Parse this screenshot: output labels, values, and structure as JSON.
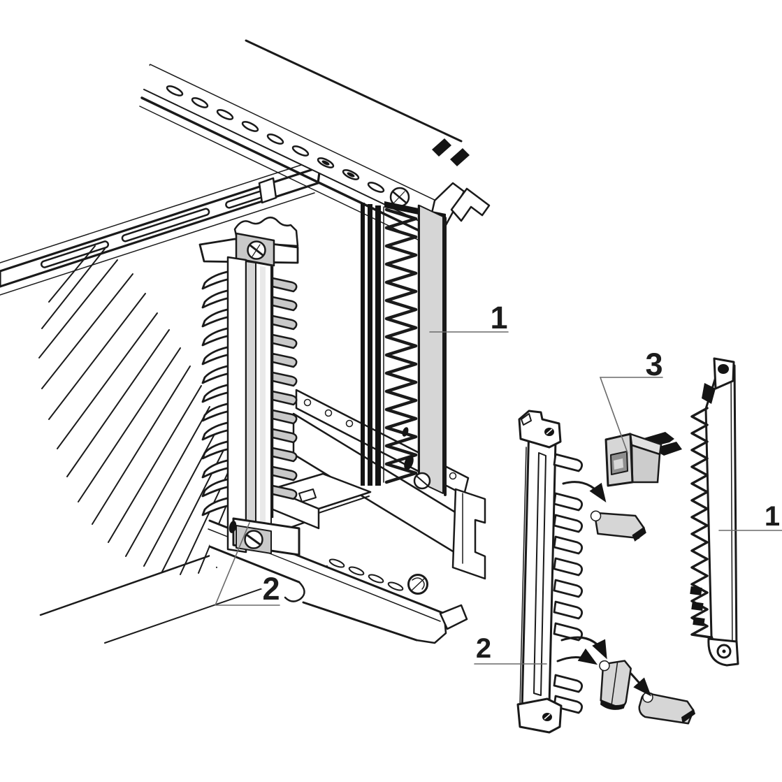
{
  "figure": {
    "kind": "technical-assembly-illustration",
    "background_color": "#ffffff",
    "line_color": "#1a1a1a",
    "leader_color": "#6a6a6a",
    "shade_light": "#d6d6d6",
    "shade_mid": "#c9c9c9",
    "shade_dark": "#8f8f8f"
  },
  "callouts": {
    "main_item_1": {
      "label": "1"
    },
    "main_item_2": {
      "label": "2"
    },
    "detail_item_3": {
      "label": "3"
    },
    "detail_item_1": {
      "label": "1"
    },
    "detail_item_2": {
      "label": "2"
    }
  }
}
